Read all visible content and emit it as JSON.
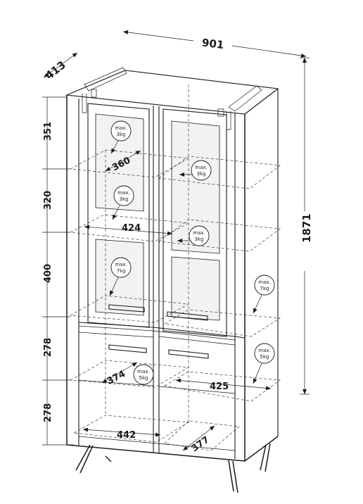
{
  "dimensions": {
    "overall_width": "901",
    "overall_depth": "413",
    "overall_height": "1871",
    "heights": [
      "351",
      "320",
      "400",
      "278",
      "278"
    ],
    "shelf_depth_top": "360",
    "shelf_width_mid": "424",
    "drawer_depth": "374",
    "right_shelf_width": "425",
    "bottom_width": "442",
    "bottom_depth": "377"
  },
  "loads": {
    "line1": "max.",
    "left_top": "3kg",
    "right_top": "3kg",
    "left_mid": "3kg",
    "right_mid": "3kg",
    "left_low": "7kg",
    "right_low": "7kg",
    "drawer": "5kg",
    "right_bottom": "5kg"
  },
  "colors": {
    "line": "#1a1a1a",
    "glass": "#f2f2f2"
  }
}
